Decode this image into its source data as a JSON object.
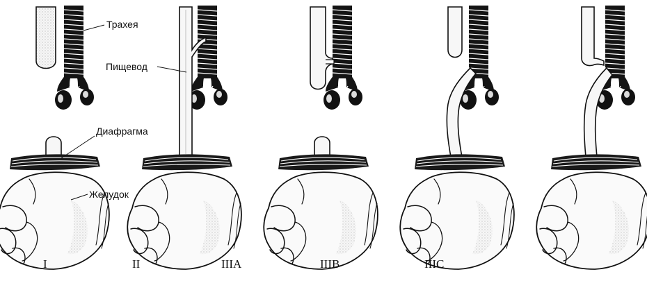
{
  "labels": {
    "trachea": "Трахея",
    "esophagus": "Пищевод",
    "diaphragm": "Диафрагма",
    "stomach": "Желудок"
  },
  "captions": [
    "I",
    "II",
    "IIIA",
    "IIIB",
    "IIIC",
    ""
  ],
  "colors": {
    "ink": "#111111",
    "paper": "#ffffff",
    "tissue": "#f4f4f4"
  }
}
